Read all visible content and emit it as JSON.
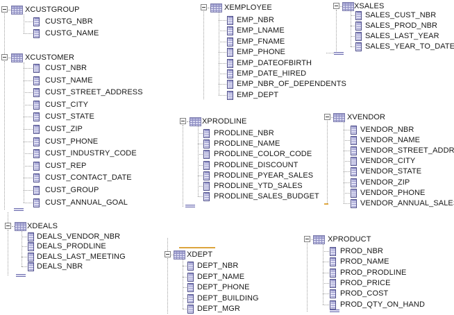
{
  "app": {
    "view": "database-schema-tree",
    "background": "#ffffff"
  },
  "colors": {
    "text": "#161616",
    "connector_dots": "#9e9e9e",
    "expander_border": "#7f7f7f",
    "table_icon_border": "#7a7aac",
    "table_icon_fill": "#d8d8f0",
    "table_icon_header": "#a4a4d2",
    "table_icon_grid": "#8e8ec2",
    "column_icon_border": "#4e4e8a",
    "column_icon_fill": "#e0e0f4",
    "column_icon_stripe": "#9898cc",
    "drop_indicator": "#dca43c",
    "orange_mark": "#e0a840"
  },
  "icons": {
    "expander": "minus-box-icon",
    "table": "table-grid-icon",
    "column": "column-rows-icon"
  },
  "tables": [
    {
      "name": "XCUSTGROUP",
      "expanded": true,
      "columns": [
        "CUSTG_NBR",
        "CUSTG_NAME"
      ]
    },
    {
      "name": "XCUSTOMER",
      "expanded": true,
      "columns": [
        "CUST_NBR",
        "CUST_NAME",
        "CUST_STREET_ADDRESS",
        "CUST_CITY",
        "CUST_STATE",
        "CUST_ZIP",
        "CUST_PHONE",
        "CUST_INDUSTRY_CODE",
        "CUST_REP",
        "CUST_CONTACT_DATE",
        "CUST_GROUP",
        "CUST_ANNUAL_GOAL"
      ]
    },
    {
      "name": "XDEALS",
      "expanded": true,
      "columns": [
        "DEALS_VENDOR_NBR",
        "DEALS_PRODLINE",
        "DEALS_LAST_MEETING",
        "DEALS_NBR"
      ]
    },
    {
      "name": "XEMPLOYEE",
      "expanded": true,
      "columns": [
        "EMP_NBR",
        "EMP_LNAME",
        "EMP_FNAME",
        "EMP_PHONE",
        "EMP_DATEOFBIRTH",
        "EMP_DATE_HIRED",
        "EMP_NBR_OF_DEPENDENTS",
        "EMP_DEPT"
      ]
    },
    {
      "name": "XPRODLINE",
      "expanded": true,
      "columns": [
        "PRODLINE_NBR",
        "PRODLINE_NAME",
        "PRODLINE_COLOR_CODE",
        "PRODLINE_DISCOUNT",
        "PRODLINE_PYEAR_SALES",
        "PRODLINE_YTD_SALES",
        "PRODLINE_SALES_BUDGET"
      ]
    },
    {
      "name": "XDEPT",
      "expanded": true,
      "columns": [
        "DEPT_NBR",
        "DEPT_NAME",
        "DEPT_PHONE",
        "DEPT_BUILDING",
        "DEPT_MGR"
      ]
    },
    {
      "name": "XSALES",
      "expanded": true,
      "columns": [
        "SALES_CUST_NBR",
        "SALES_PROD_NBR",
        "SALES_LAST_YEAR",
        "SALES_YEAR_TO_DATE"
      ]
    },
    {
      "name": "XVENDOR",
      "expanded": true,
      "columns": [
        "VENDOR_NBR",
        "VENDOR_NAME",
        "VENDOR_STREET_ADDRESS",
        "VENDOR_CITY",
        "VENDOR_STATE",
        "VENDOR_ZIP",
        "VENDOR_PHONE",
        "VENDOR_ANNUAL_SALES"
      ]
    },
    {
      "name": "XPRODUCT",
      "expanded": true,
      "columns": [
        "PROD_NBR",
        "PROD_NAME",
        "PROD_PRODLINE",
        "PROD_PRICE",
        "PROD_COST",
        "PROD_QTY_ON_HAND"
      ]
    }
  ]
}
